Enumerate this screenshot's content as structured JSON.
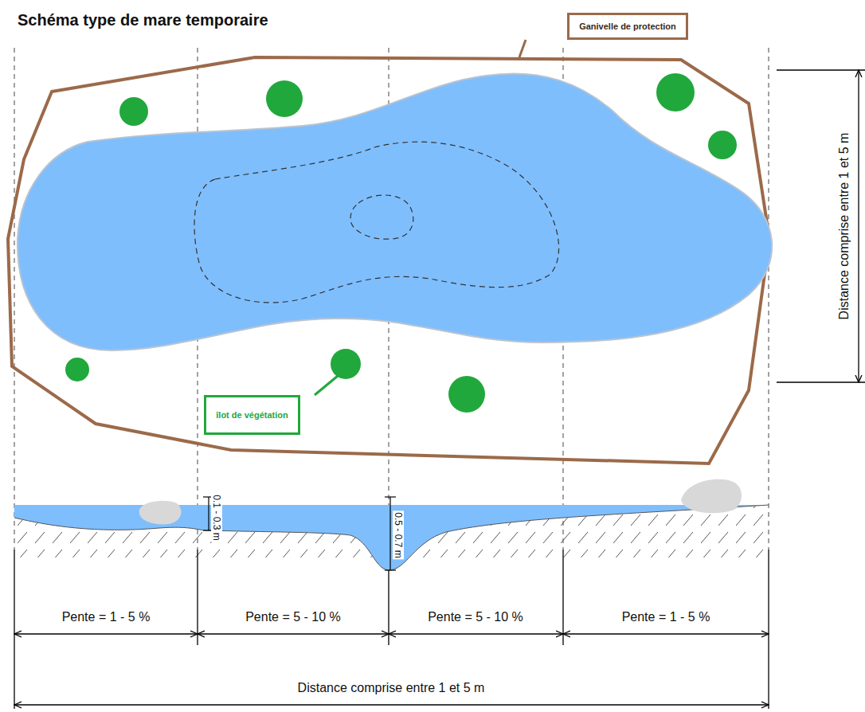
{
  "diagram": {
    "title": "Schéma type de mare temporaire",
    "nodes": [
      {
        "text": [
          "Ganivelle de protection"
        ]
      },
      {
        "text": [
          "îlot de végétation"
        ]
      }
    ],
    "labels": [
      "Distance comprise entre 1 et 5 m",
      "0.1 - 0.3 m",
      "0.5 - 0.7 m",
      "Pente = 1 - 5 %",
      "Pente = 5 - 10 %",
      "Pente = 5 - 10 %",
      "Pente = 1 - 5 %",
      "Distance comprise entre 1 et 5 m"
    ]
  }
}
